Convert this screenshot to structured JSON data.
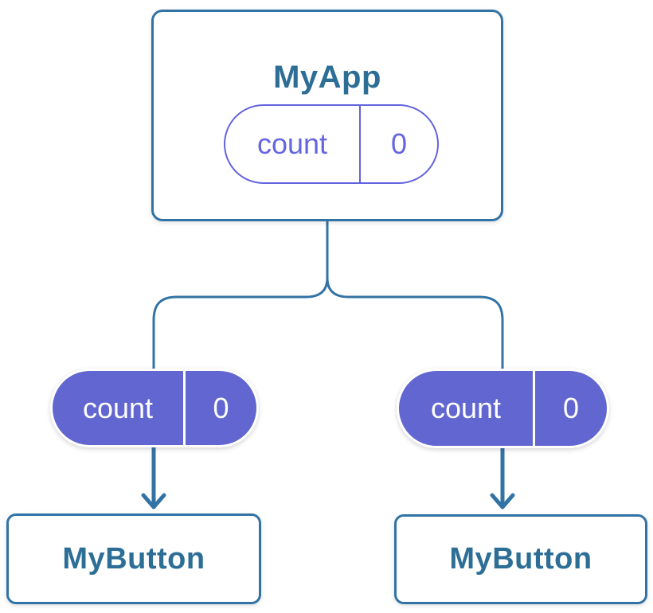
{
  "diagram": {
    "kind": "component-state-tree",
    "root": {
      "title": "MyApp",
      "state_key": "count",
      "state_value": "0"
    },
    "children": [
      {
        "title": "MyButton",
        "state_key": "count",
        "state_value": "0"
      },
      {
        "title": "MyButton",
        "state_key": "count",
        "state_value": "0"
      }
    ],
    "colors": {
      "background": "#FFFFFF",
      "card_border": "#3273A5",
      "card_title_text": "#2D6E96",
      "connector_line": "#3273A5",
      "state_pill_outline": "#6363DF",
      "state_pill_outline_text": "#6565E2",
      "state_pill_fill": "#6166D0",
      "state_pill_fill_text": "#FFFFFF",
      "state_pill_divider_filled": "#FFFFFF"
    }
  }
}
